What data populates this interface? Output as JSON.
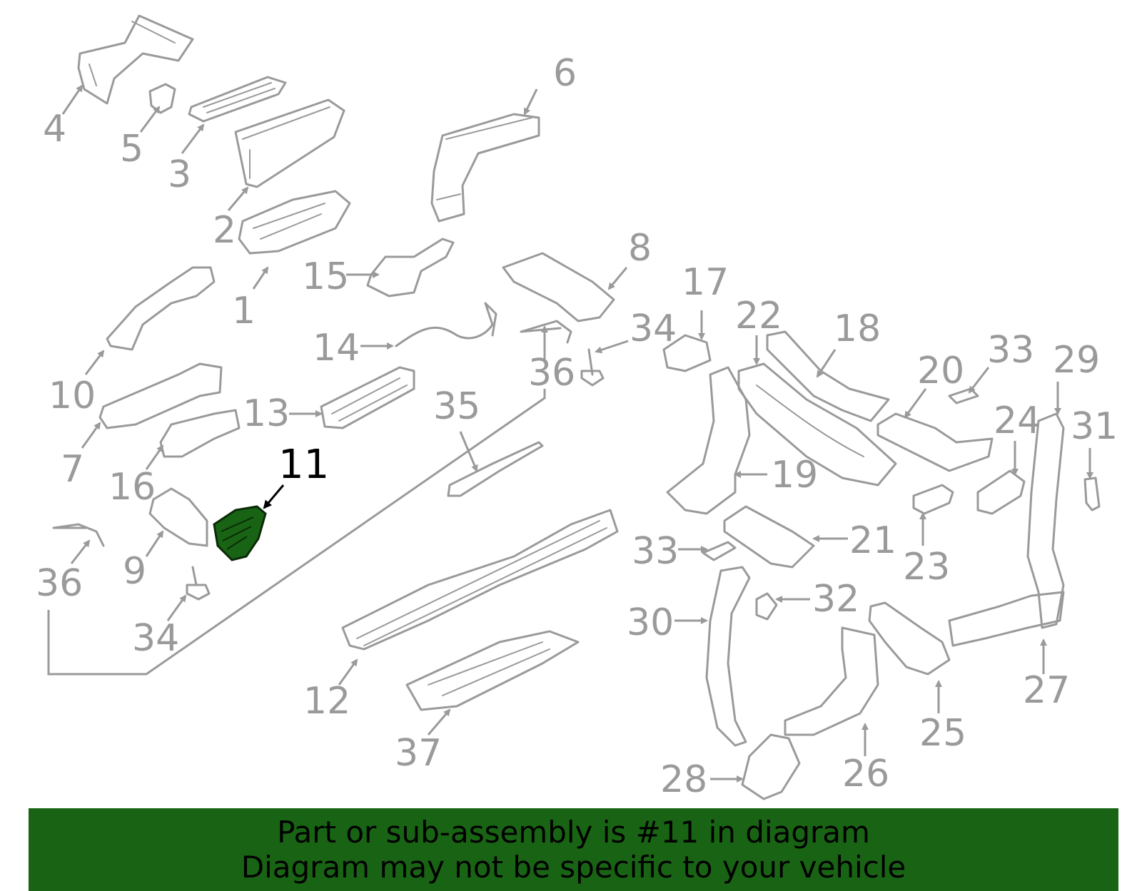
{
  "highlight": {
    "part_number": "11",
    "color": "#196414"
  },
  "callouts": [
    {
      "id": "4",
      "label": "4"
    },
    {
      "id": "5",
      "label": "5"
    },
    {
      "id": "3",
      "label": "3"
    },
    {
      "id": "2",
      "label": "2"
    },
    {
      "id": "6",
      "label": "6"
    },
    {
      "id": "15",
      "label": "15"
    },
    {
      "id": "1",
      "label": "1"
    },
    {
      "id": "8",
      "label": "8"
    },
    {
      "id": "17",
      "label": "17"
    },
    {
      "id": "34a",
      "label": "34"
    },
    {
      "id": "22",
      "label": "22"
    },
    {
      "id": "18",
      "label": "18"
    },
    {
      "id": "33a",
      "label": "33"
    },
    {
      "id": "29",
      "label": "29"
    },
    {
      "id": "14",
      "label": "14"
    },
    {
      "id": "10",
      "label": "10"
    },
    {
      "id": "36a",
      "label": "36"
    },
    {
      "id": "20",
      "label": "20"
    },
    {
      "id": "13",
      "label": "13"
    },
    {
      "id": "35",
      "label": "35"
    },
    {
      "id": "24",
      "label": "24"
    },
    {
      "id": "31",
      "label": "31"
    },
    {
      "id": "7",
      "label": "7"
    },
    {
      "id": "11",
      "label": "11"
    },
    {
      "id": "19",
      "label": "19"
    },
    {
      "id": "16",
      "label": "16"
    },
    {
      "id": "21",
      "label": "21"
    },
    {
      "id": "33b",
      "label": "33"
    },
    {
      "id": "23",
      "label": "23"
    },
    {
      "id": "9",
      "label": "9"
    },
    {
      "id": "36b",
      "label": "36"
    },
    {
      "id": "32",
      "label": "32"
    },
    {
      "id": "30",
      "label": "30"
    },
    {
      "id": "34b",
      "label": "34"
    },
    {
      "id": "12",
      "label": "12"
    },
    {
      "id": "27",
      "label": "27"
    },
    {
      "id": "25",
      "label": "25"
    },
    {
      "id": "37",
      "label": "37"
    },
    {
      "id": "26",
      "label": "26"
    },
    {
      "id": "28",
      "label": "28"
    }
  ],
  "banner": {
    "line1": "Part or sub-assembly is #11 in diagram",
    "line2": "Diagram may not be specific to your vehicle"
  }
}
